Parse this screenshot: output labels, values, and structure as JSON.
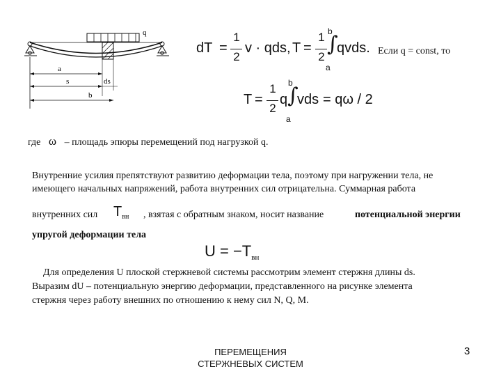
{
  "figure": {
    "labels": {
      "q": "q",
      "a": "a",
      "s": "s",
      "ds": "ds",
      "b": "b"
    }
  },
  "formulas": {
    "dT": {
      "lhs": "dT",
      "eq": "=",
      "frac_num": "1",
      "frac_den": "2",
      "rest": "v · qds,"
    },
    "T_integral": {
      "lhs": "T",
      "eq": "=",
      "frac_num": "1",
      "frac_den": "2",
      "upper": "b",
      "lower": "a",
      "integrand": "qvds."
    },
    "condition": "Если q = const, то",
    "T_const": {
      "lhs": "T",
      "eq": "=",
      "frac_num": "1",
      "frac_den": "2",
      "q": "q",
      "upper": "b",
      "lower": "a",
      "integrand": "vds",
      "rhs": "= qω / 2"
    },
    "U": "U = −T",
    "U_sub": "вн"
  },
  "text": {
    "where_prefix": "где",
    "omega": "ω",
    "where_rest": "– площадь эпюры перемещений под нагрузкой q.",
    "para1_line1": "Внутренние усилия препятствуют развитию деформации тела, поэтому при нагружении тела, не",
    "para1_line2": "имеющего начальных напряжений, работа внутренних сил отрицательна. Суммарная работа",
    "para2_prefix": "внутренних сил",
    "T_symbol": "T",
    "T_sub": "вн",
    "para2_middle": ", взятая с обратным знаком, носит название",
    "bold_term_1": "потенциальной   энергии",
    "bold_term_2": "упругой деформации тела",
    "para3_line1": "Для определения U плоской стержневой системы рассмотрим элемент стержня длины ds.",
    "para3_line2": "Выразим dU – потенциальную энергию деформации, представленного на рисунке элемента",
    "para3_line3": "стержня через  работу  внешних по отношению к нему сил N, Q, M."
  },
  "footer": {
    "line1": "ПЕРЕМЕЩЕНИЯ",
    "line2": "СТЕРЖНЕВЫХ СИСТЕМ",
    "page_number": "3"
  }
}
